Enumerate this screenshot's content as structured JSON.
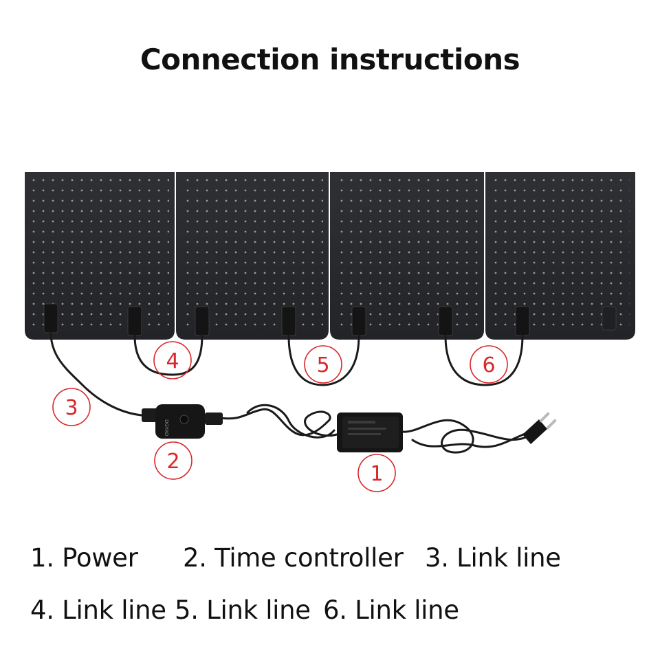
{
  "title": "Connection instructions",
  "callouts": {
    "c1": "1",
    "c2": "2",
    "c3": "3",
    "c4": "4",
    "c5": "5",
    "c6": "6"
  },
  "legend": {
    "item_1": "1. Power",
    "item_2": "2. Time controller",
    "item_3": "3. Link line",
    "item_4": "4. Link line",
    "item_5": "5. Link line",
    "item_6": "6. Link line"
  },
  "colors": {
    "callout": "#d9262a",
    "panel": "#2a2b2e",
    "cable": "#1a1a1a"
  }
}
